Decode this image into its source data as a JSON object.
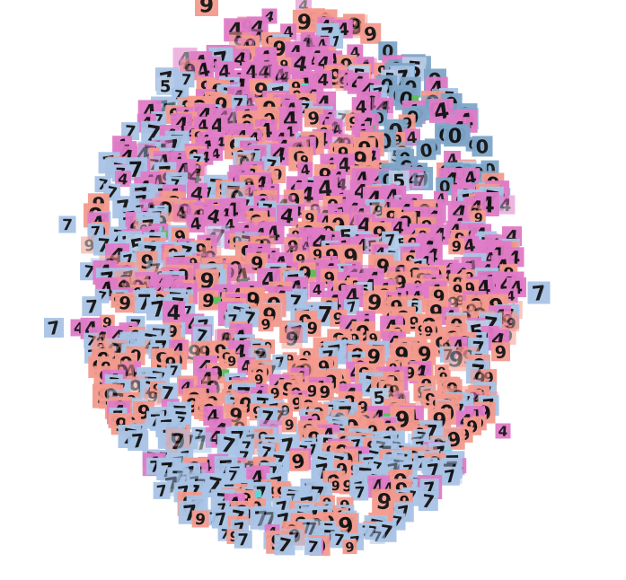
{
  "palette": {
    "digit_4": "#e07cc7",
    "digit_7": "#a9c4e6",
    "digit_9": "#f49a8e",
    "digit_0": "#7fa6c9",
    "digit_5": "#b8cde6",
    "accent_green": "#5cbf5c",
    "accent_cyan": "#5fd4d8",
    "ink": "#111111"
  },
  "digit_labels": [
    "9",
    "4",
    "7",
    "0",
    "5"
  ]
}
